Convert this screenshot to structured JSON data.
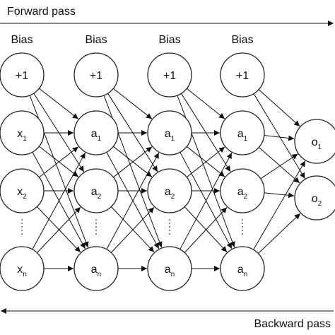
{
  "forward_label": "Forward pass",
  "backward_label": "Backward pass",
  "bias_labels": [
    "Bias",
    "Bias",
    "Bias",
    "Bias"
  ],
  "layers": [
    {
      "name": "input",
      "bias": "+1",
      "nodes": [
        {
          "base": "x",
          "sub": "1"
        },
        {
          "base": "x",
          "sub": "2"
        },
        {
          "base": "x",
          "sub": "n"
        }
      ]
    },
    {
      "name": "hidden-1",
      "bias": "+1",
      "nodes": [
        {
          "base": "a",
          "sub": "1"
        },
        {
          "base": "a",
          "sub": "2"
        },
        {
          "base": "a",
          "sub": "n"
        }
      ]
    },
    {
      "name": "hidden-2",
      "bias": "+1",
      "nodes": [
        {
          "base": "a",
          "sub": "1"
        },
        {
          "base": "a",
          "sub": "2"
        },
        {
          "base": "a",
          "sub": "n"
        }
      ]
    },
    {
      "name": "hidden-3",
      "bias": "+1",
      "nodes": [
        {
          "base": "a",
          "sub": "1"
        },
        {
          "base": "a",
          "sub": "2"
        },
        {
          "base": "a",
          "sub": "n"
        }
      ]
    },
    {
      "name": "output",
      "nodes": [
        {
          "base": "o",
          "sub": "1"
        },
        {
          "base": "o",
          "sub": "2"
        }
      ]
    }
  ]
}
